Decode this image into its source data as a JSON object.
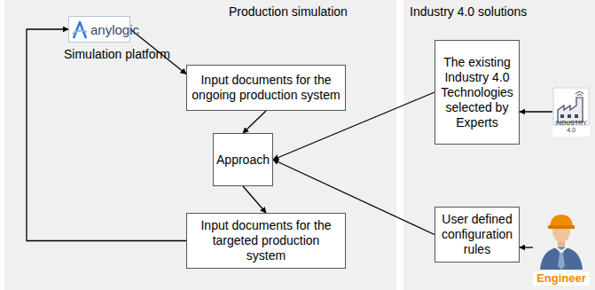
{
  "diagram": {
    "nodes": [
      {
        "text": [
          "Production simulation"
        ]
      },
      {
        "text": [
          "Industry 4.0 solutions"
        ]
      },
      {
        "text": [
          "anylogic",
          "Simulation platform"
        ],
        "in": 0
      },
      {
        "text": [
          "Input documents for the ongoing production system"
        ],
        "in": 0
      },
      {
        "text": [
          "Approach"
        ],
        "in": 0
      },
      {
        "text": [
          "Input documents for the targeted production system"
        ],
        "in": 0
      },
      {
        "text": [
          "The existing Industry 4.0 Technologies selected by Experts"
        ],
        "in": 1
      },
      {
        "text": [
          "User defined configuration rules"
        ],
        "in": 1
      },
      {
        "text": [
          "INDUSTRY 4.0"
        ],
        "in": 1
      },
      {
        "text": [
          "Engineer"
        ],
        "in": 1
      }
    ],
    "edges": [
      {
        "from": 2,
        "to": 3,
        "arrow": "to"
      },
      {
        "from": 3,
        "to": 4,
        "arrow": "to"
      },
      {
        "from": 4,
        "to": 5,
        "arrow": "to"
      },
      {
        "from": 5,
        "to": 2,
        "arrow": "to"
      },
      {
        "from": 6,
        "to": 4,
        "arrow": "to"
      },
      {
        "from": 7,
        "to": 4,
        "arrow": "to"
      },
      {
        "from": 8,
        "to": 6,
        "arrow": "to"
      },
      {
        "from": 9,
        "to": 7,
        "arrow": "to"
      }
    ]
  }
}
